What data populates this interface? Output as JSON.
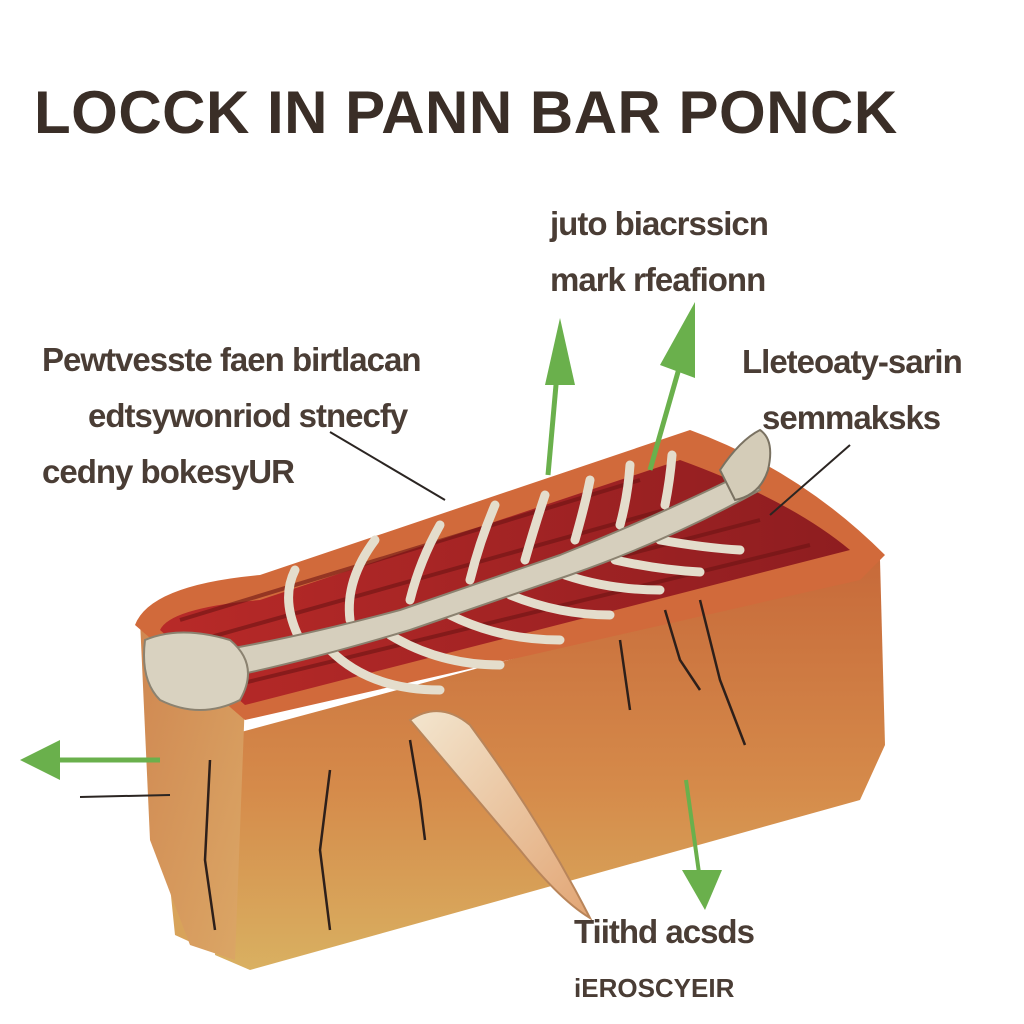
{
  "title": "LOCCK IN PANN BAR PONCK",
  "labels": {
    "top": [
      "juto biacrssicn",
      "mark rfeafionn"
    ],
    "left": [
      "Pewtvesste faen birtlacan",
      "edtsywonriod stnecfy",
      "cedny bokesyUR"
    ],
    "right": [
      "Lleteoaty-sarin",
      "semmaksks"
    ],
    "bottom": [
      "Tiithd acsds",
      "iEROSCYEIR"
    ]
  },
  "colors": {
    "arrow": "#6ab04c",
    "leader": "#2b2522",
    "bone": "#d9d2c0",
    "meat": "#b3262a",
    "crust": "#c9733f"
  }
}
